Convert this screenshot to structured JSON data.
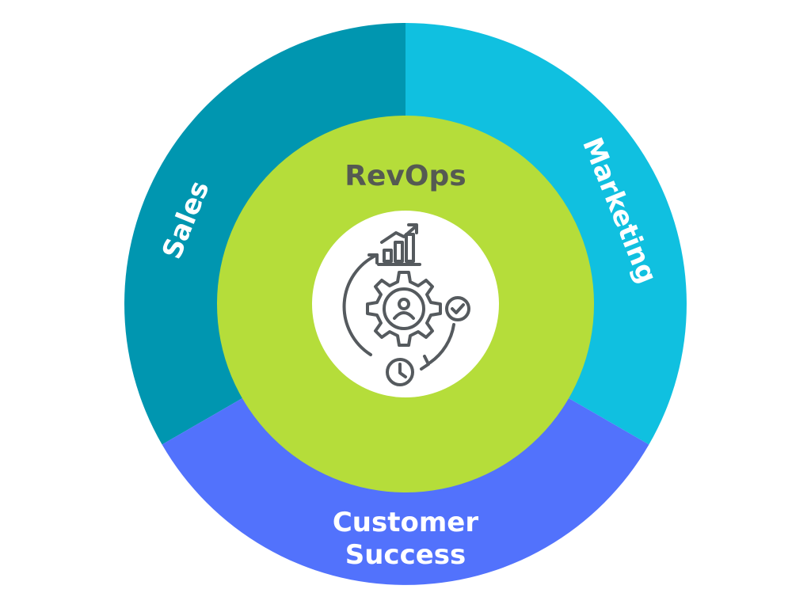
{
  "diagram": {
    "segments": [
      {
        "key": "sales",
        "label": "Sales",
        "color": "#0096b0"
      },
      {
        "key": "marketing",
        "label": "Marketing",
        "color": "#10c0e0"
      },
      {
        "key": "customer_success",
        "label_line1": "Customer",
        "label_line2": "Success",
        "color": "#5272fc"
      }
    ],
    "center": {
      "title": "RevOps",
      "ring_color": "#b5dd3a",
      "inner_color": "#ffffff",
      "icon": "revops-cycle-gear-icon"
    }
  }
}
